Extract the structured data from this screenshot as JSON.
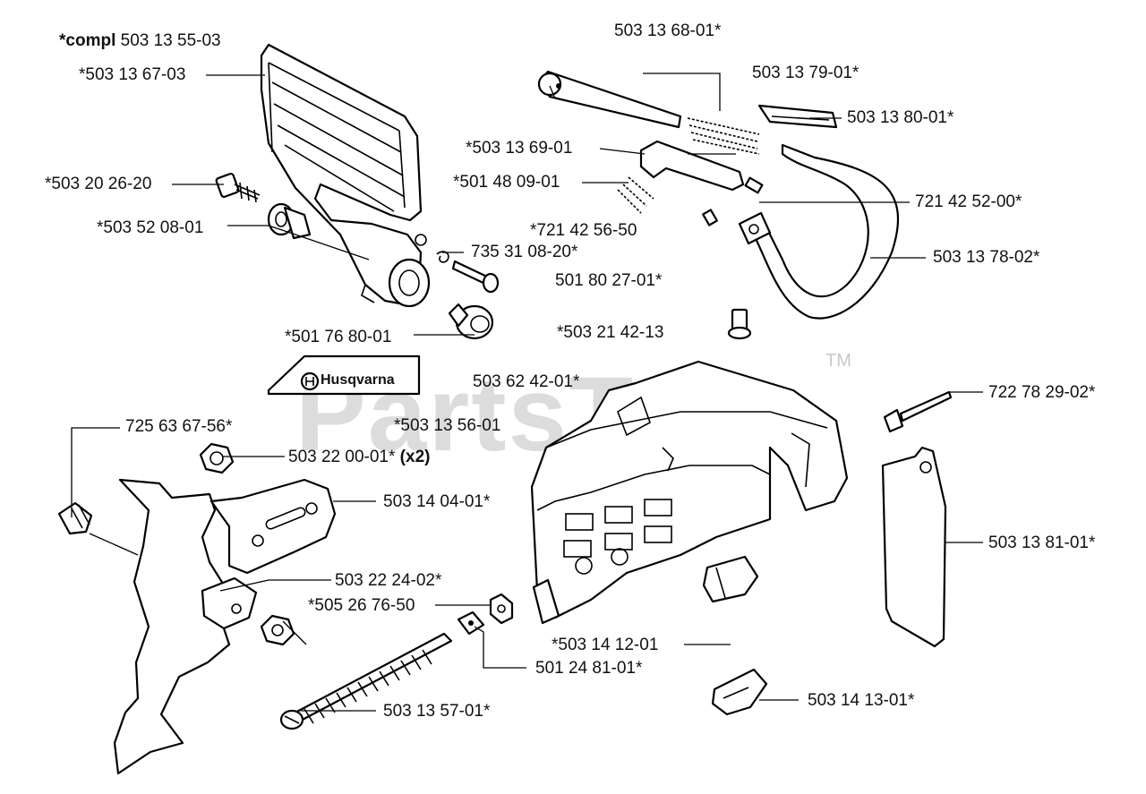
{
  "brand": {
    "logo_text": "Husqvarna"
  },
  "watermark": {
    "text": "PartsTree",
    "trademark": "TM"
  },
  "labels": {
    "compl_prefix": "*compl",
    "compl_number": "503 13 55-03",
    "p_5031367_03": "*503 13 67-03",
    "p_5031368_01": "503 13 68-01*",
    "p_5031379_01": "503 13 79-01*",
    "p_5031380_01": "503 13 80-01*",
    "p_5031369_01": "*503 13 69-01",
    "p_5014809_01": "*501 48 09-01",
    "p_5032026_20": "*503 20 26-20",
    "p_5035208_01": "*503 52 08-01",
    "p_7214256_50": "*721 42 56-50",
    "p_7214252_00": "721 42 52-00*",
    "p_7353108_20": "735 31 08-20*",
    "p_5018027_01": "501 80 27-01*",
    "p_5031378_02": "503 13 78-02*",
    "p_5017680_01": "*501 76 80-01",
    "p_5032142_13": "*503 21 42-13",
    "p_5036242_01": "503 62 42-01*",
    "p_5031356_01": "*503 13 56-01",
    "p_7227829_02": "722 78 29-02*",
    "p_7256367_56": "725 63 67-56*",
    "p_5032200_01": "503 22 00-01*",
    "p_5032200_01_qty": "(x2)",
    "p_5031404_01": "503 14 04-01*",
    "p_5032224_02": "503 22 24-02*",
    "p_5052676_50": "*505 26 76-50",
    "p_5031381_01": "503 13 81-01*",
    "p_5031412_01": "*503 14 12-01",
    "p_5012481_01": "501 24 81-01*",
    "p_5031357_01": "503 13 57-01*",
    "p_5031413_01": "503 14 13-01*"
  }
}
